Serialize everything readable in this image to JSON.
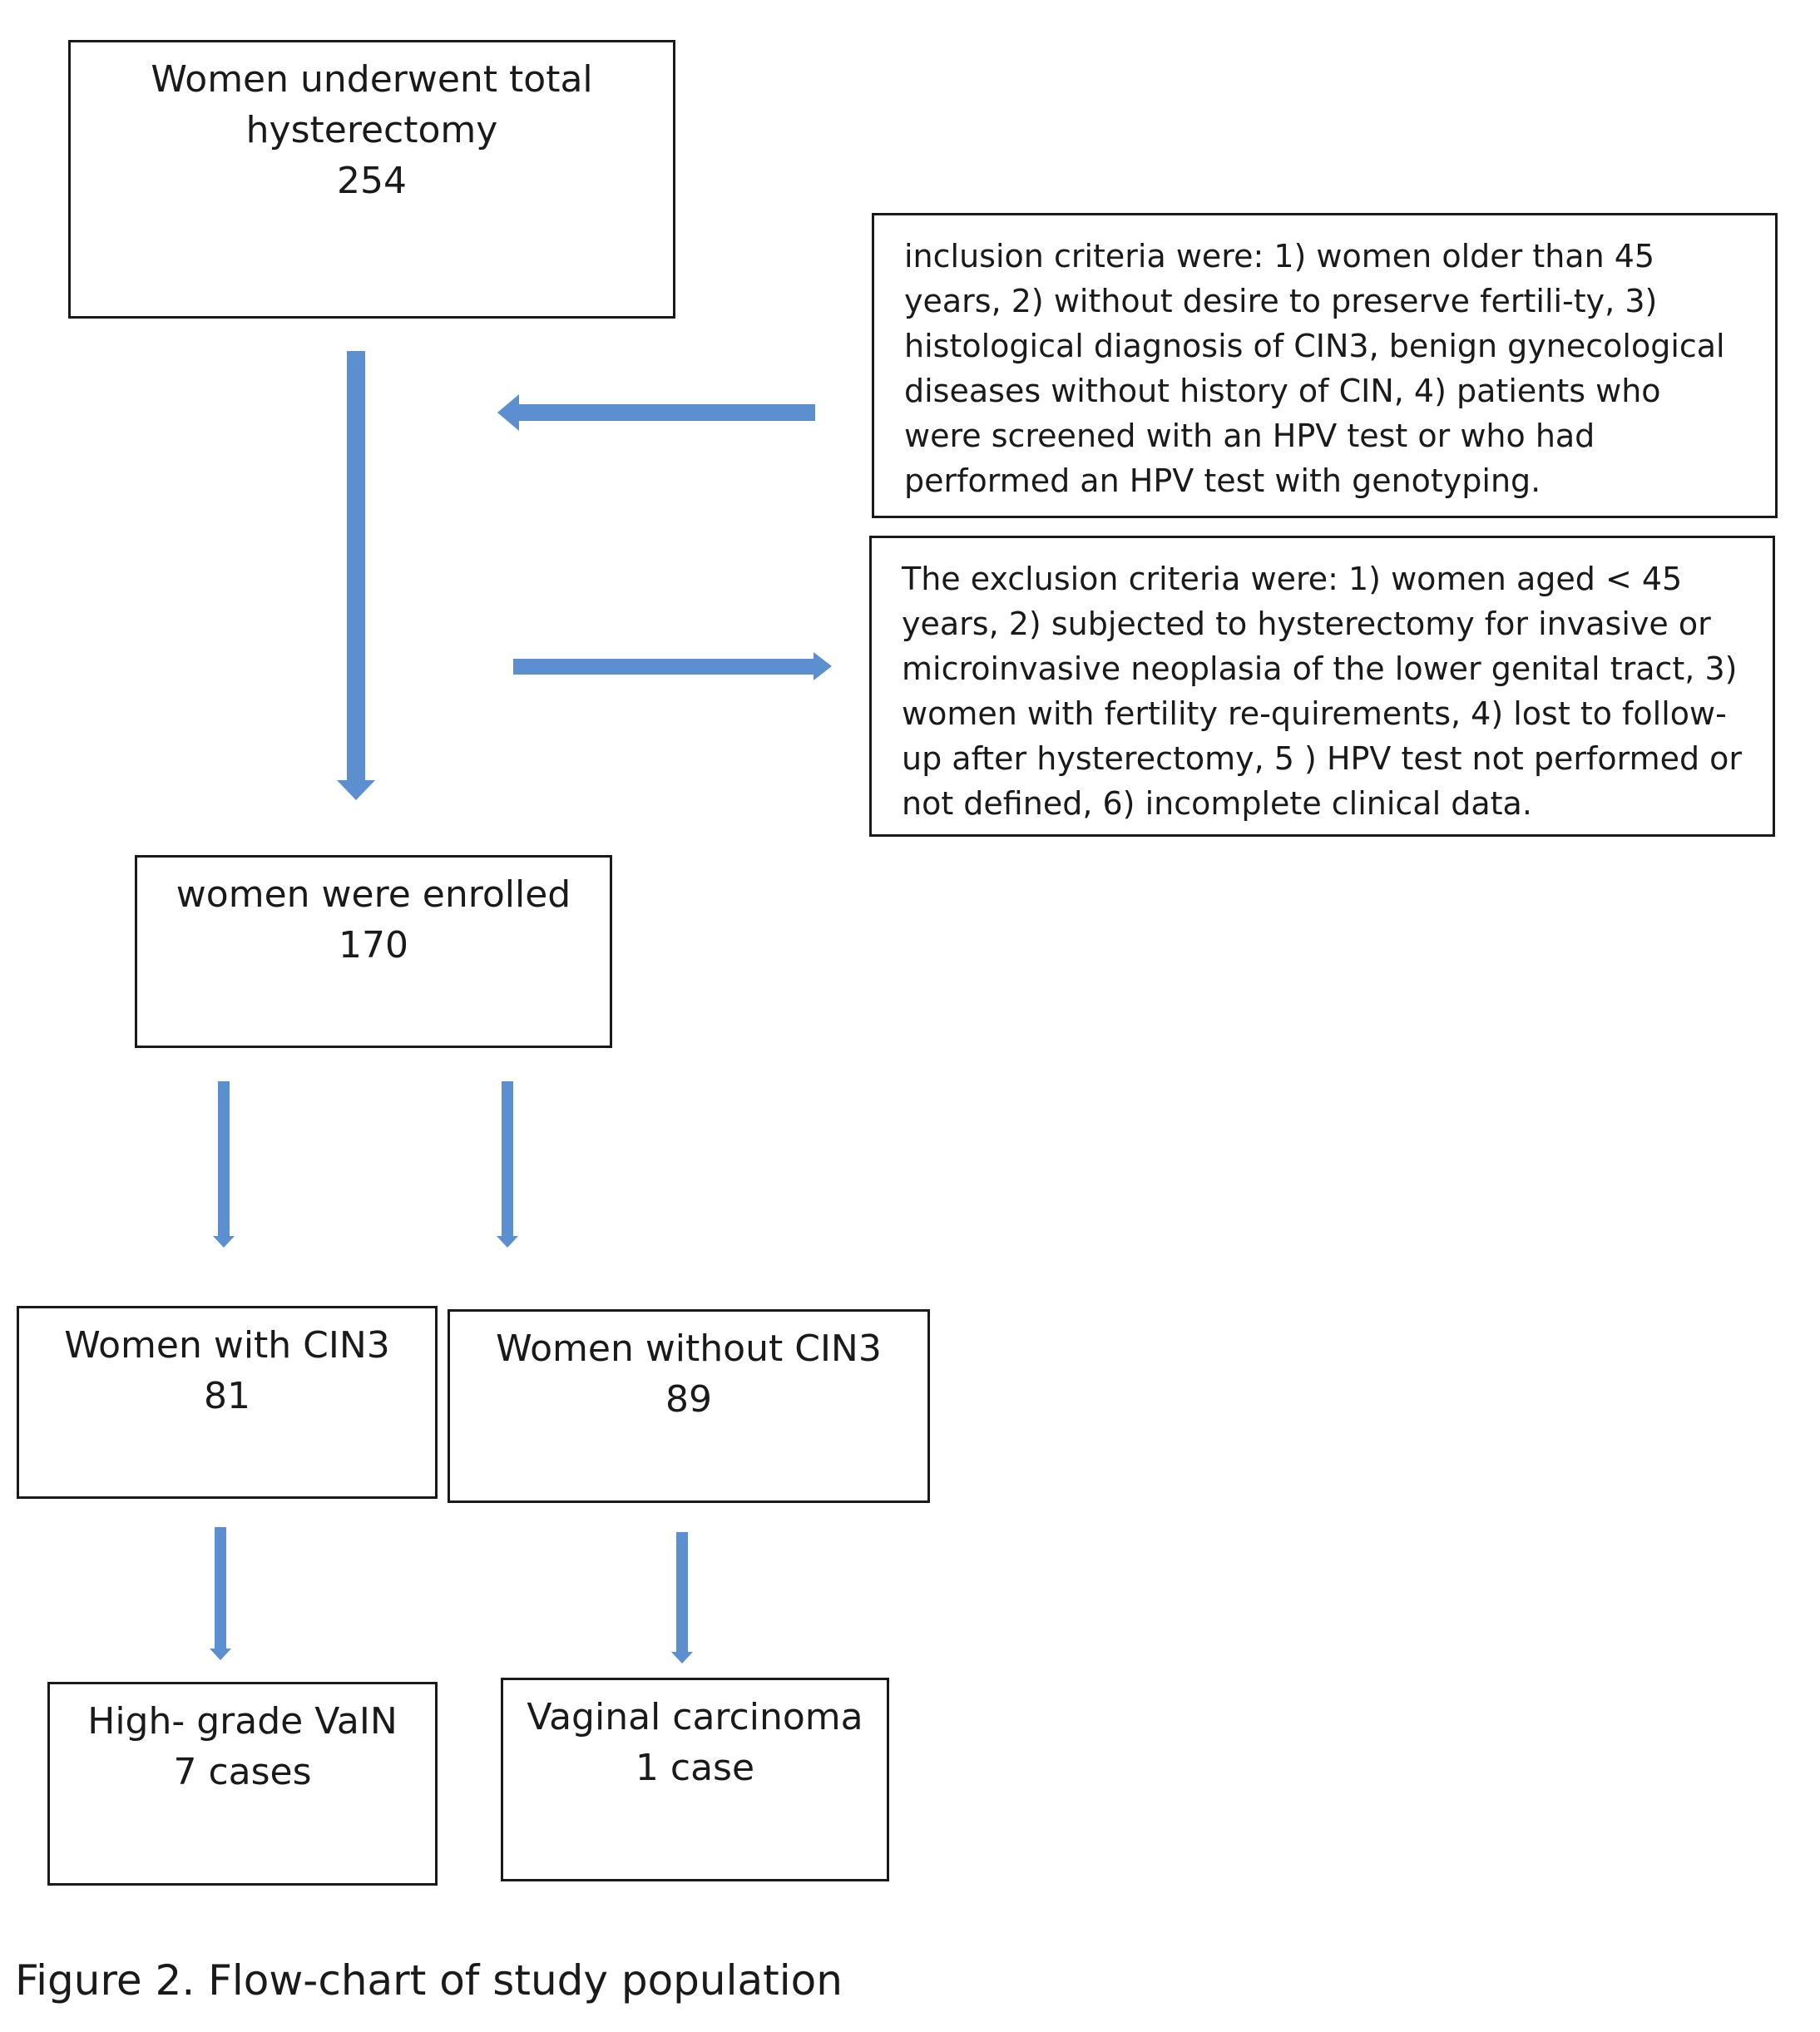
{
  "boxes": {
    "total": {
      "label_line1": "Women underwent total",
      "label_line2": "hysterectomy",
      "count": "254"
    },
    "inclusion": {
      "text": "inclusion criteria were: 1) women older than 45 years, 2) without desire to preserve fertili-ty, 3) histological diagnosis of CIN3, benign gynecological diseases without history of CIN, 4) patients who were screened with an HPV test or who had performed an HPV test with genotyping."
    },
    "exclusion": {
      "text": "The exclusion criteria were: 1) women aged < 45 years, 2) subjected to hysterectomy for invasive or microinvasive neoplasia of the lower genital tract, 3) women with fertility re-quirements, 4) lost to follow-up after hysterectomy, 5 ) HPV test not performed or not defined, 6) incomplete clinical data."
    },
    "enrolled": {
      "label": "women were enrolled",
      "count": "170"
    },
    "with_cin3": {
      "label": "Women with CIN3",
      "count": "81"
    },
    "without_cin3": {
      "label": "Women without CIN3",
      "count": "89"
    },
    "vain": {
      "label": "High- grade VaIN",
      "count": "7 cases"
    },
    "carcinoma": {
      "label": "Vaginal carcinoma",
      "count": "1 case"
    }
  },
  "caption": "Figure 2. Flow-chart of study population",
  "colors": {
    "arrow": "#5b8fcf",
    "border": "#1a1a1a"
  }
}
